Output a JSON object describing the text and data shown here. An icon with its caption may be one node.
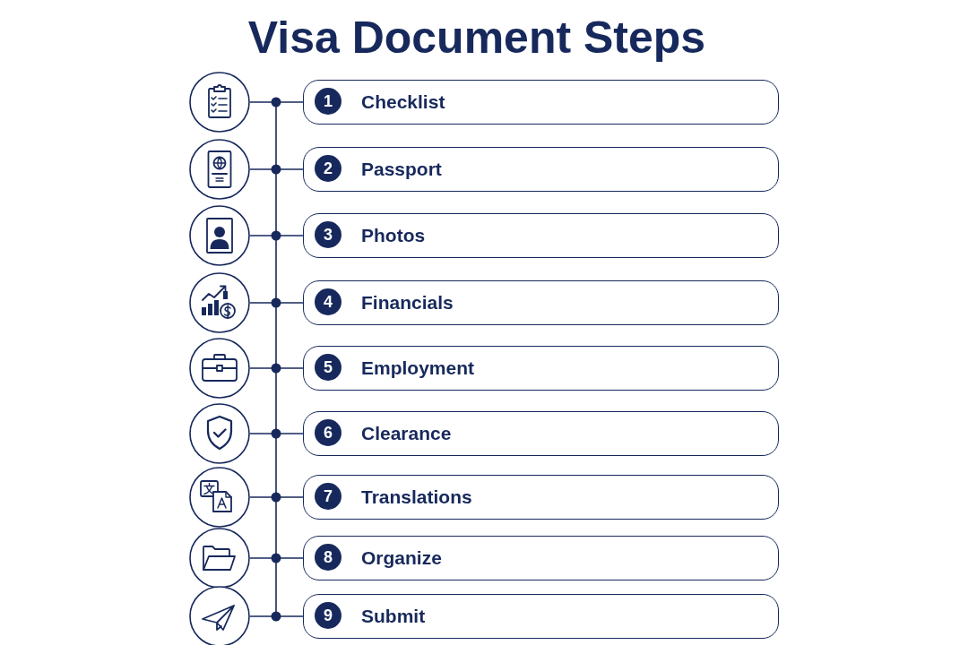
{
  "diagram": {
    "title": "Visa Document Steps",
    "nodes": [
      {
        "text": [],
        "shape": "picture"
      },
      {
        "text": [
          "Checklist"
        ]
      },
      {
        "text": [
          "1"
        ],
        "in": 1
      },
      {
        "text": [],
        "shape": "picture"
      },
      {
        "text": [
          "Passport"
        ]
      },
      {
        "text": [
          "2"
        ],
        "in": 4
      },
      {
        "text": [],
        "shape": "picture"
      },
      {
        "text": [
          "Photos"
        ]
      },
      {
        "text": [
          "3"
        ],
        "in": 7
      },
      {
        "text": [],
        "shape": "picture"
      },
      {
        "text": [
          "Financials"
        ]
      },
      {
        "text": [
          "4"
        ],
        "in": 10
      },
      {
        "text": [],
        "shape": "picture"
      },
      {
        "text": [
          "Employment"
        ]
      },
      {
        "text": [
          "5"
        ],
        "in": 13
      },
      {
        "text": [],
        "shape": "picture"
      },
      {
        "text": [
          "Clearance"
        ]
      },
      {
        "text": [
          "6"
        ],
        "in": 16
      },
      {
        "text": [],
        "shape": "picture"
      },
      {
        "text": [
          "Translations"
        ]
      },
      {
        "text": [
          "7"
        ],
        "in": 19
      },
      {
        "text": [],
        "shape": "picture"
      },
      {
        "text": [
          "Organize"
        ]
      },
      {
        "text": [
          "8"
        ],
        "in": 22
      },
      {
        "text": [],
        "shape": "picture"
      },
      {
        "text": [
          "Submit"
        ]
      },
      {
        "text": [
          "9"
        ],
        "in": 25
      }
    ],
    "edges": [
      {
        "from": 0,
        "to": 1,
        "arrow": "none"
      },
      {
        "from": 3,
        "to": 4,
        "arrow": "none"
      },
      {
        "from": 6,
        "to": 7,
        "arrow": "none"
      },
      {
        "from": 9,
        "to": 10,
        "arrow": "none"
      },
      {
        "from": 12,
        "to": 13,
        "arrow": "none"
      },
      {
        "from": 15,
        "to": 16,
        "arrow": "none"
      },
      {
        "from": 18,
        "to": 19,
        "arrow": "none"
      },
      {
        "from": 21,
        "to": 22,
        "arrow": "none"
      },
      {
        "from": 24,
        "to": 25,
        "arrow": "none"
      }
    ]
  }
}
